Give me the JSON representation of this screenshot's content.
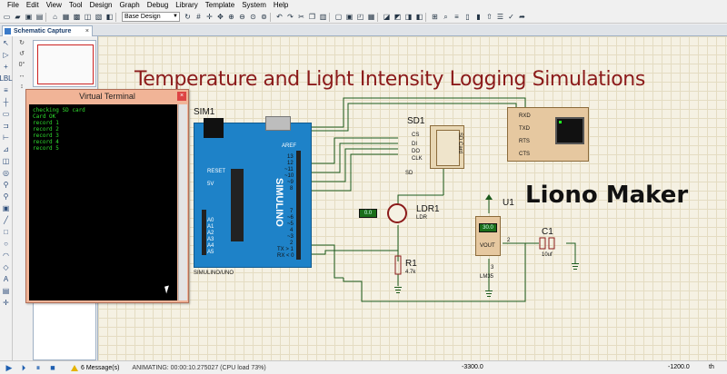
{
  "menu": [
    "File",
    "Edit",
    "View",
    "Tool",
    "Design",
    "Graph",
    "Debug",
    "Library",
    "Template",
    "System",
    "Help"
  ],
  "toolbar": {
    "design_select": "Base Design"
  },
  "tab": {
    "label": "Schematic Capture",
    "close": "×"
  },
  "palette": {
    "rotation": "0°"
  },
  "schematic": {
    "title": "Temperature and Light Intensity Logging Simulations",
    "brand": "Liono Maker",
    "sim1": "SIM1",
    "board_name": "SIMULINO/UNO",
    "board_logo": "SIMULINO",
    "aref": "AREF",
    "pin_d": [
      "13",
      "12",
      "~11",
      "~10",
      "~9",
      "8",
      "7",
      "~6",
      "~5",
      "4",
      "~3",
      "2",
      "TX > 1",
      "RX < 0"
    ],
    "pin_a": [
      "A0",
      "A1",
      "A2",
      "A3",
      "A4",
      "A5"
    ],
    "power_pins": [
      "RESET",
      "5V"
    ],
    "sd1": "SD1",
    "sd_pins": [
      "CS",
      "DI",
      "DO",
      "CLK"
    ],
    "sd_bottom": "SD",
    "sd_card": "SD Card",
    "terminal_pins": [
      "RXD",
      "TXD",
      "RTS",
      "CTS"
    ],
    "ldr": "LDR1",
    "ldr_sub": "LDR",
    "ldr_value": "0.0",
    "r1": "R1",
    "r1_value": "4.7k",
    "u1": "U1",
    "lm35_value": "30.0",
    "lm35_vout": "VOUT",
    "lm35_name": "LM35",
    "lm35_pin2": "2",
    "lm35_pin3": "3",
    "c1": "C1",
    "c1_value": "10uf"
  },
  "vterm": {
    "title": "Virtual Terminal",
    "close": "×",
    "lines": [
      "checking SD card",
      "Card OK",
      "record 1",
      "record 2",
      "record 3",
      "record 4",
      "record 5"
    ]
  },
  "status": {
    "messages": "6 Message(s)",
    "state": "ANIMATING: 00:00:10.275027 (CPU load 73%)",
    "x": "-3300.0",
    "y": "-1200.0",
    "unit": "th"
  }
}
